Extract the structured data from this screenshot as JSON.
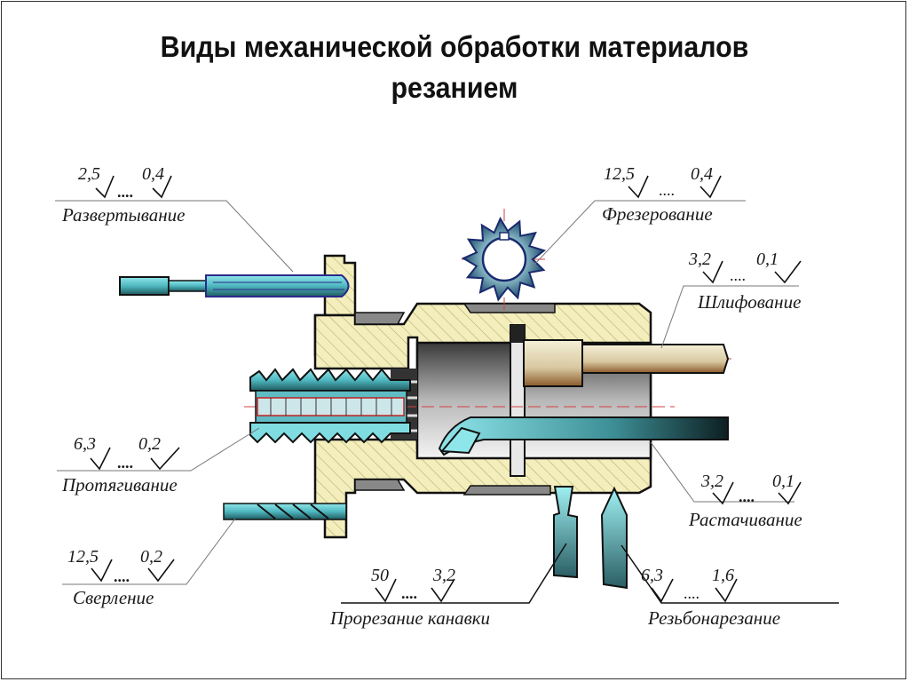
{
  "slide": {
    "title_line1": "Виды механической обработки материалов",
    "title_line2": "резанием"
  },
  "processes": [
    {
      "id": "reaming",
      "name": "Развертывание",
      "ra_max": "2,5",
      "ra_min": "0,4",
      "dots": "...."
    },
    {
      "id": "milling",
      "name": "Фрезерование",
      "ra_max": "12,5",
      "ra_min": "0,4",
      "dots": "...."
    },
    {
      "id": "grinding",
      "name": "Шлифование",
      "ra_max": "3,2",
      "ra_min": "0,1",
      "dots": "...."
    },
    {
      "id": "broaching",
      "name": "Протягивание",
      "ra_max": "6,3",
      "ra_min": "0,2",
      "dots": "...."
    },
    {
      "id": "boring",
      "name": "Растачивание",
      "ra_max": "3,2",
      "ra_min": "0,1",
      "dots": "...."
    },
    {
      "id": "drilling",
      "name": "Сверление",
      "ra_max": "12,5",
      "ra_min": "0,2",
      "dots": "...."
    },
    {
      "id": "grooving",
      "name": "Прорезание канавки",
      "ra_max": "50",
      "ra_min": "3,2",
      "dots": "...."
    },
    {
      "id": "threading",
      "name": "Резьбонарезание",
      "ra_max": "6,3",
      "ra_min": "1,6",
      "dots": "...."
    }
  ],
  "colors": {
    "workpiece_fill": "#f3eebc",
    "tool_cyan": "#6fd6dc",
    "tool_dark": "#1f4f55",
    "grey_shade": "#8a8a8a",
    "centerline": "#d04040"
  }
}
